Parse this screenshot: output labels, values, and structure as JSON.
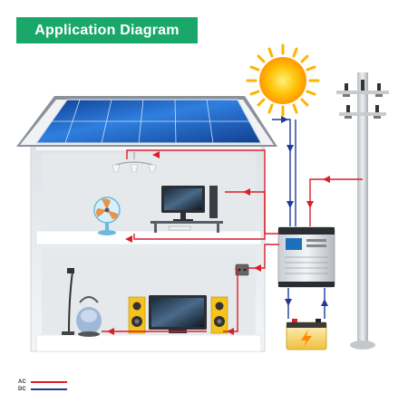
{
  "title": "Application Diagram",
  "legend": [
    {
      "label": "AC",
      "color": "#d81f2a"
    },
    {
      "label": "DC",
      "color": "#1f3a93"
    }
  ],
  "colors": {
    "ac": "#d81f2a",
    "dc": "#1f3a93",
    "title_bg": "#1aa86a",
    "house_wall": "#e9ecef",
    "panel_blue": "#1c4fa6",
    "sun": "#ffb300"
  },
  "icons": [
    "sun-icon",
    "solar-panel-icon",
    "utility-pole-icon",
    "inverter-icon",
    "battery-icon",
    "ceiling-lamp-icon",
    "fan-icon",
    "desktop-computer-icon",
    "vacuum-cleaner-icon",
    "television-icon",
    "speaker-icon",
    "power-socket-icon"
  ]
}
